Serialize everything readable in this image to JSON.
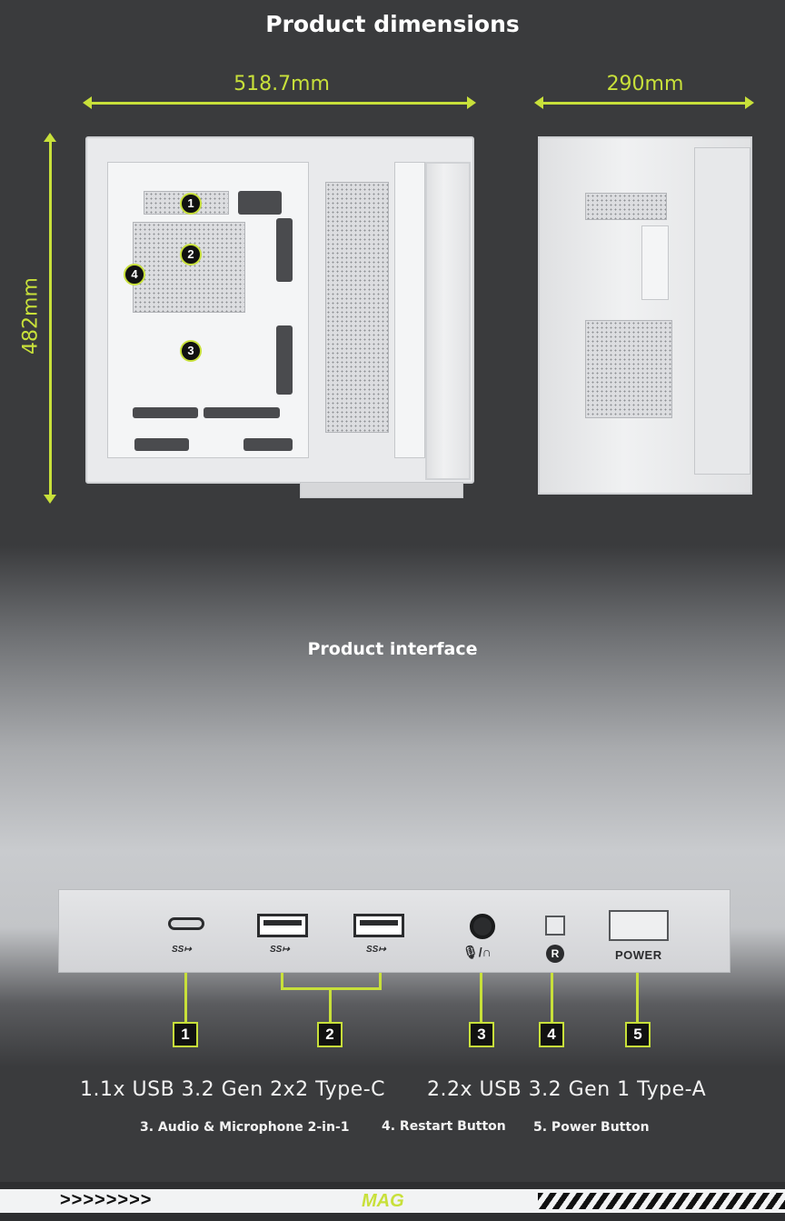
{
  "dimensions": {
    "title": "Product dimensions",
    "width_label": "518.7mm",
    "depth_label": "290mm",
    "height_label": "482mm"
  },
  "case_markers": [
    "1",
    "2",
    "4",
    "3"
  ],
  "interface": {
    "title": "Product interface",
    "usb_caption": "SS↦",
    "power_text": "POWER",
    "restart_glyph": "R",
    "numbers": [
      "1",
      "2",
      "3",
      "4",
      "5"
    ],
    "desc_line1_a": "1.1x USB 3.2 Gen 2x2 Type-C",
    "desc_line1_b": "2.2x USB 3.2 Gen 1 Type-A",
    "desc_3": "3. Audio & Microphone 2-in-1",
    "desc_4": "4. Restart Button",
    "desc_5": "5. Power Button"
  },
  "footer": {
    "chevrons": ">>>>>>>>",
    "logo": "MAG"
  },
  "colors": {
    "accent": "#c8e03a",
    "background": "#3a3b3d"
  }
}
